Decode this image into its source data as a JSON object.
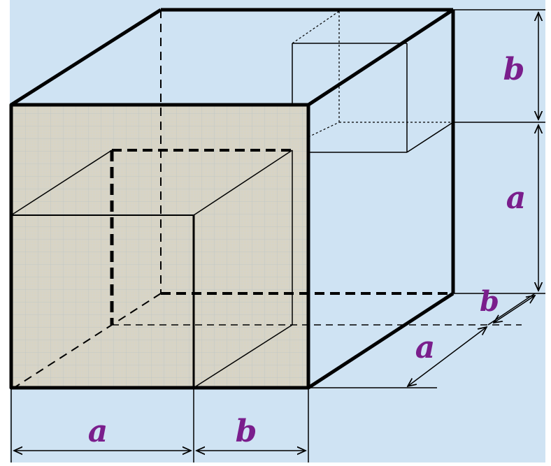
{
  "diagram": {
    "labels": {
      "bottom_a": "a",
      "bottom_b": "b",
      "right_b": "b",
      "right_a": "a",
      "depth_b": "b",
      "depth_a": "a"
    },
    "colors": {
      "background": "#cfe3f3",
      "front_face_fill": "#d8d4c4",
      "grid_line": "#bfc7c9",
      "stroke": "#000000",
      "label": "#7a1e8c"
    }
  }
}
